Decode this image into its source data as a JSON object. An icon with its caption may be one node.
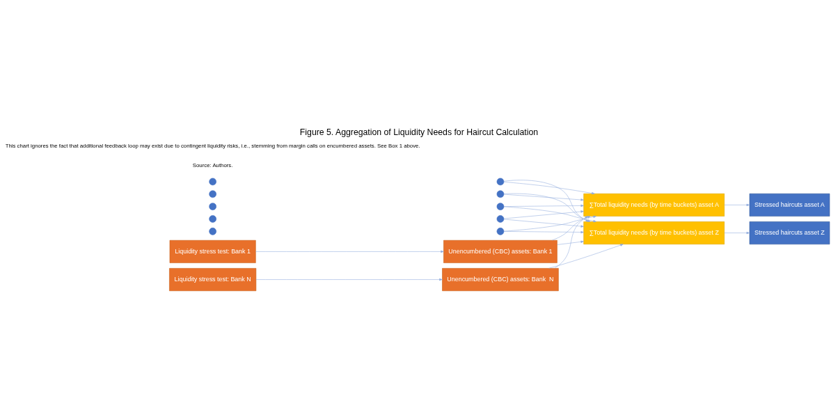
{
  "diagram": {
    "title": "Figure 5. Aggregation of Liquidity Needs for Haircut Calculation",
    "nodes": [
      {
        "text": [
          "Liquidity stress test: Bank 1"
        ]
      },
      {
        "text": [
          "Unencumbered (CBC) assets: Bank 1"
        ]
      },
      {
        "text": [
          "∑Total liquidity needs (by time buckets) asset A"
        ]
      },
      {
        "text": [
          "Stressed haircuts asset A"
        ]
      },
      {
        "text": [],
        "shape": "circle"
      },
      {
        "text": [],
        "shape": "circle"
      },
      {
        "text": [],
        "shape": "circle"
      },
      {
        "text": [],
        "shape": "circle"
      },
      {
        "text": [],
        "shape": "circle"
      },
      {
        "text": [],
        "shape": "circle"
      },
      {
        "text": [],
        "shape": "circle"
      },
      {
        "text": [],
        "shape": "circle"
      },
      {
        "text": [],
        "shape": "circle"
      },
      {
        "text": [],
        "shape": "circle"
      },
      {
        "text": [
          "Liquidity stress test: Bank N"
        ]
      },
      {
        "text": [
          "Unencumbered (CBC) assets: Bank  N"
        ]
      },
      {
        "text": [
          "∑Total liquidity needs (by time buckets) asset Z"
        ]
      },
      {
        "text": [
          "Stressed haircuts asset Z"
        ]
      }
    ],
    "edges": [
      {
        "from": 0,
        "to": 1,
        "arrow": "to"
      },
      {
        "from": 1,
        "to": 2,
        "arrow": "to"
      },
      {
        "from": 1,
        "to": 16,
        "arrow": "to"
      },
      {
        "from": 9,
        "to": 2,
        "arrow": "to"
      },
      {
        "from": 9,
        "to": 16,
        "arrow": "to"
      },
      {
        "from": 10,
        "to": 2,
        "arrow": "to"
      },
      {
        "from": 10,
        "to": 16,
        "arrow": "to"
      },
      {
        "from": 11,
        "to": 2,
        "arrow": "to"
      },
      {
        "from": 11,
        "to": 16,
        "arrow": "to"
      },
      {
        "from": 12,
        "to": 2,
        "arrow": "to"
      },
      {
        "from": 12,
        "to": 16,
        "arrow": "to"
      },
      {
        "from": 13,
        "to": 2,
        "arrow": "to"
      },
      {
        "from": 13,
        "to": 16,
        "arrow": "to"
      },
      {
        "from": 15,
        "to": 2,
        "arrow": "to"
      },
      {
        "from": 15,
        "to": 16,
        "arrow": "to"
      },
      {
        "from": 14,
        "to": 15,
        "arrow": "to"
      },
      {
        "from": 2,
        "to": 3,
        "arrow": "to"
      },
      {
        "from": 16,
        "to": 17,
        "arrow": "to"
      }
    ],
    "labels": [
      "Source: Authors.",
      "This chart ignores the fact that additional feedback loop may exist due to contingent liquidity risks, i.e., stemming from margin calls on encumbered assets. See Box 1 above."
    ]
  }
}
